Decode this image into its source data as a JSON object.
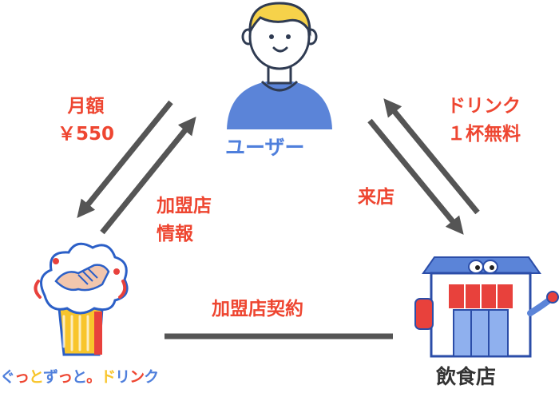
{
  "nodes": {
    "user": {
      "label": "ユーザー"
    },
    "service": {
      "logo_text": "ぐっとずっと。ドリンク"
    },
    "restaurant": {
      "label": "飲食店"
    }
  },
  "edges": {
    "monthly_fee": {
      "line1": "月額",
      "line2": "￥550"
    },
    "member_info": {
      "line1": "加盟店",
      "line2": "情報"
    },
    "visit": {
      "label": "来店"
    },
    "free_drink": {
      "line1": "ドリンク",
      "line2": "１杯無料"
    },
    "contract": {
      "label": "加盟店契約"
    }
  },
  "colors": {
    "accent_red": "#ee4631",
    "accent_blue": "#4f7fdc",
    "arrow_gray": "#555555",
    "user_hair": "#f6d24a",
    "beer_yellow": "#f8c52c"
  }
}
